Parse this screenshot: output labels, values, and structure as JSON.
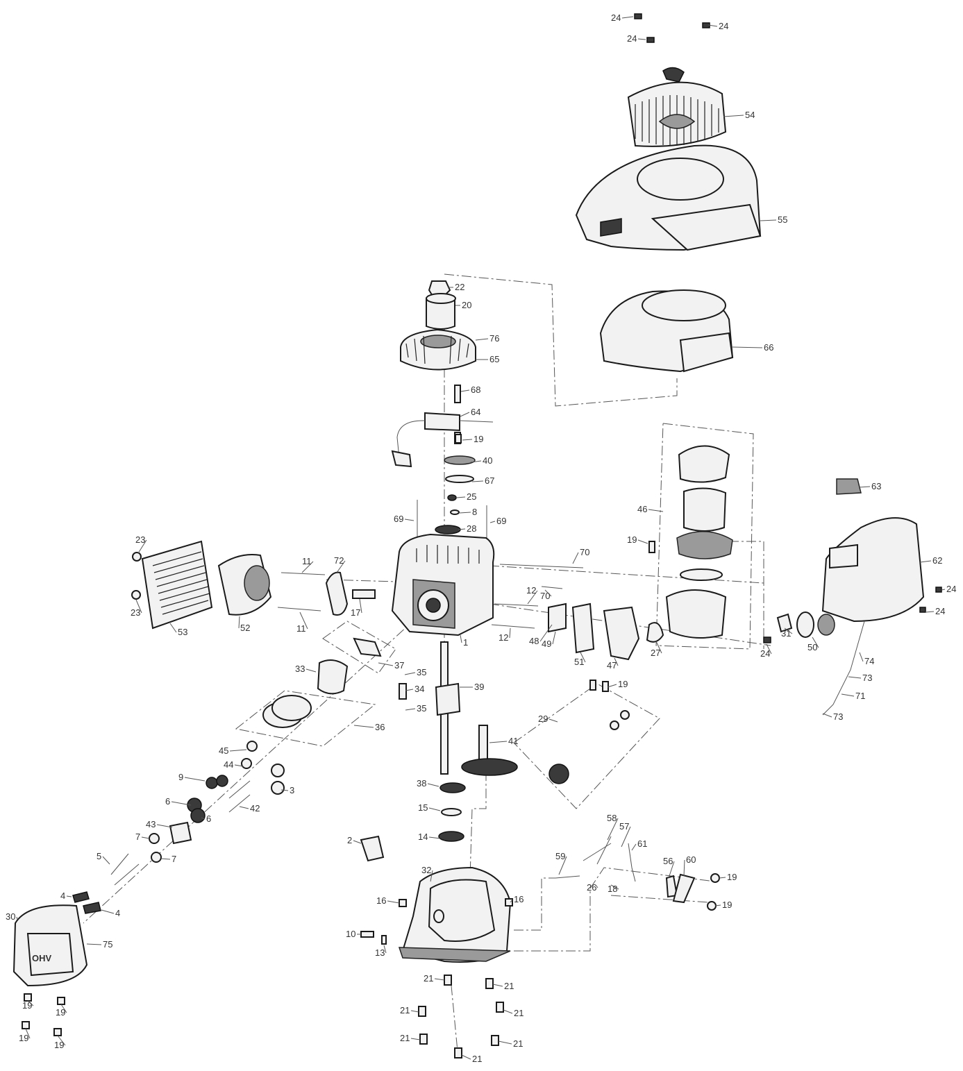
{
  "colors": {
    "ink": "#1a1a1a",
    "label": "#333333",
    "background": "#ffffff"
  },
  "diagram": {
    "callouts": [
      "1",
      "2",
      "3",
      "4",
      "5",
      "6",
      "7",
      "8",
      "9",
      "10",
      "11",
      "12",
      "13",
      "14",
      "15",
      "16",
      "17",
      "18",
      "19",
      "20",
      "21",
      "22",
      "23",
      "24",
      "25",
      "26",
      "27",
      "28",
      "29",
      "30",
      "31",
      "32",
      "33",
      "34",
      "35",
      "36",
      "37",
      "38",
      "39",
      "40",
      "41",
      "42",
      "43",
      "44",
      "45",
      "46",
      "47",
      "48",
      "49",
      "50",
      "51",
      "52",
      "53",
      "54",
      "55",
      "56",
      "57",
      "58",
      "59",
      "60",
      "61",
      "62",
      "63",
      "64",
      "65",
      "66",
      "67",
      "68",
      "69",
      "70",
      "71",
      "72",
      "73",
      "74",
      "75",
      "76"
    ],
    "emblem_text": "OHV"
  }
}
